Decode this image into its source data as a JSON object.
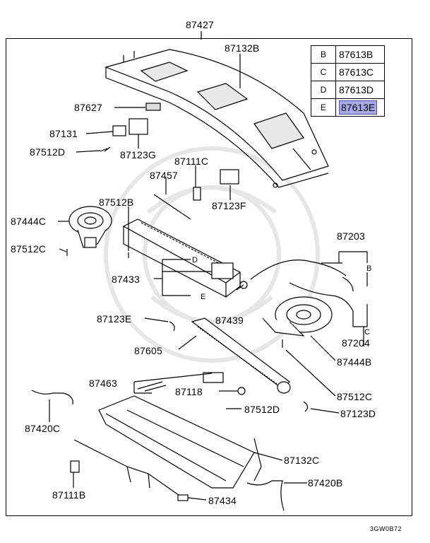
{
  "diagram": {
    "top_label": "87427",
    "figure_code": "3GW0B72",
    "parts": {
      "p87132B": "87132B",
      "p87627": "87627",
      "p87131": "87131",
      "p87512D_top": "87512D",
      "p87123G": "87123G",
      "p87111C": "87111C",
      "p87457": "87457",
      "p87123F": "87123F",
      "p87512B": "87512B",
      "p87444C": "87444C",
      "p87512C_left": "87512C",
      "p87203": "87203",
      "p87433": "87433",
      "p87439": "87439",
      "p87123E": "87123E",
      "p87204": "87204",
      "p87605": "87605",
      "p87444B": "87444B",
      "p87463": "87463",
      "p87118": "87118",
      "p87512C_right": "87512C",
      "p87420C": "87420C",
      "p87512D_bottom": "87512D",
      "p87123D": "87123D",
      "p87132C": "87132C",
      "p87111B": "87111B",
      "p87420B": "87420B",
      "p87434": "87434"
    },
    "callouts": {
      "D": "D",
      "E": "E",
      "B": "B",
      "C": "C"
    },
    "legend": [
      {
        "key": "B",
        "part": "87613B",
        "selected": false
      },
      {
        "key": "C",
        "part": "87613C",
        "selected": false
      },
      {
        "key": "D",
        "part": "87613D",
        "selected": false
      },
      {
        "key": "E",
        "part": "87613E",
        "selected": true
      }
    ],
    "colors": {
      "line": "#000000",
      "highlight": "#a9a9e6",
      "watermark": "#e6e6e6"
    }
  }
}
